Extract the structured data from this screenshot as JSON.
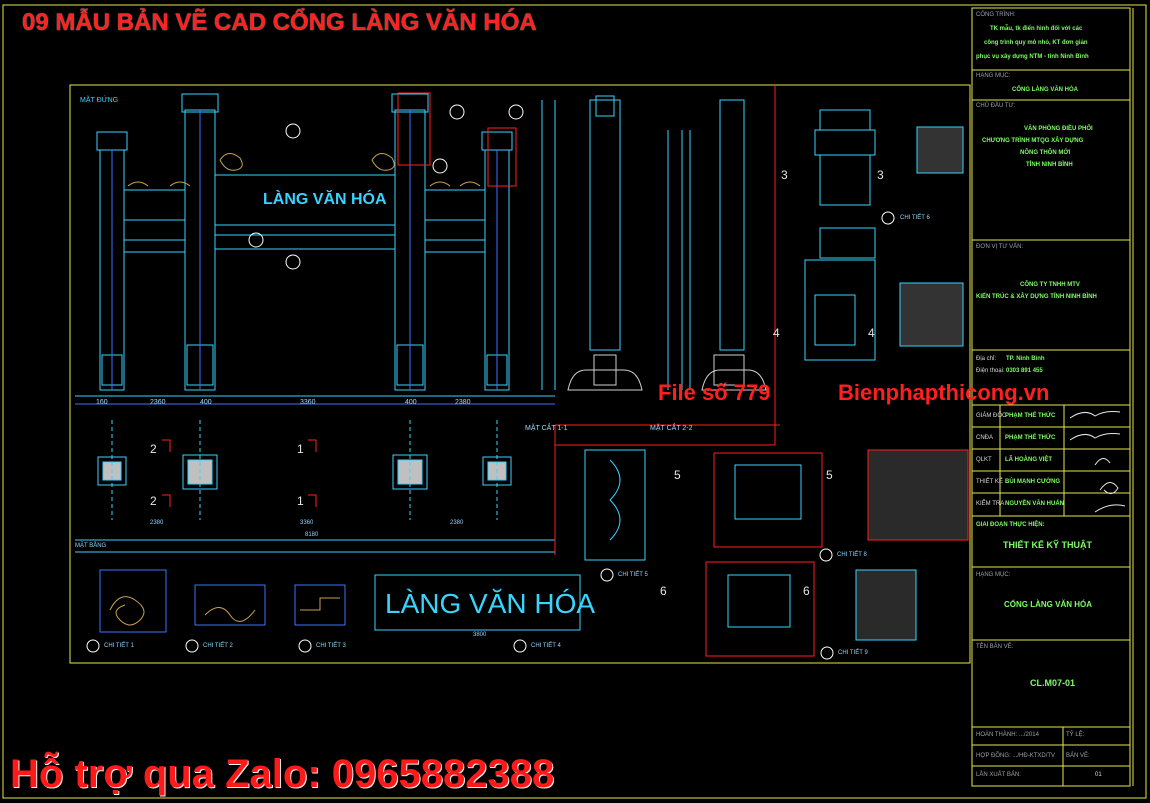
{
  "header_title": "09 MẪU BẢN VẼ CAD CỔNG LÀNG VĂN HÓA",
  "watermark": {
    "file_label": "File số 779",
    "site_label": "Bienphapthicong.vn",
    "zalo_label": "Hỗ trợ qua Zalo: 0965882388"
  },
  "drawing": {
    "gate_text": "LÀNG VĂN HÓA",
    "elevation_label": "MẶT ĐỨNG",
    "plan_label": "MẶT BẰNG",
    "section_1": "MẶT CẮT 1-1",
    "section_2": "MẶT CẮT 2-2",
    "details": [
      "CHI TIẾT 1",
      "CHI TIẾT 2",
      "CHI TIẾT 3",
      "CHI TIẾT 4",
      "CHI TIẾT 5",
      "CHI TIẾT 6",
      "CHI TIẾT 8",
      "CHI TIẾT 9"
    ],
    "dims": {
      "d1": "2380",
      "d2": "3360",
      "d3": "2380",
      "total": "8180",
      "d4": "3800"
    },
    "section_markers": [
      "1",
      "2",
      "3",
      "4",
      "5",
      "6"
    ]
  },
  "title_block": {
    "project_head": "CÔNG TRÌNH:",
    "project_lines": [
      "TK mẫu, tk điển hình đối với các",
      "công trình quy mô nhỏ, KT đơn giản",
      "phục vụ xây dựng NTM - tỉnh Ninh Bình"
    ],
    "item_head": "HẠNG MỤC:",
    "item_value": "CỔNG LÀNG VĂN HÓA",
    "owner_head": "CHỦ ĐẦU TƯ:",
    "owner_lines": [
      "VĂN PHÒNG ĐIỀU PHỐI",
      "CHƯƠNG TRÌNH MTQG XÂY DỰNG",
      "NÔNG THÔN MỚI",
      "TỈNH NINH BÌNH"
    ],
    "consult_head": "ĐƠN VỊ TƯ VẤN:",
    "consult_lines": [
      "CÔNG TY TNHH MTV",
      "KIẾN TRÚC & XÂY DỰNG TỈNH NINH BÌNH"
    ],
    "address_label": "Địa chỉ:",
    "address_value": "TP. Ninh Bình",
    "phone_label": "Điện thoại:",
    "phone_value": "0303 891 455",
    "roles": [
      {
        "role": "GIÁM ĐỐC",
        "name": "PHẠM THẾ THỨC"
      },
      {
        "role": "CNĐA",
        "name": "PHẠM THẾ THỨC"
      },
      {
        "role": "QLKT",
        "name": "LÃ HOÀNG VIỆT"
      },
      {
        "role": "THIẾT KẾ",
        "name": "BÙI MẠNH CƯỜNG"
      },
      {
        "role": "KIỂM TRA",
        "name": "NGUYỄN VĂN HUẤN"
      }
    ],
    "stage_head": "GIAI ĐOẠN THỰC HIỆN:",
    "stage_value": "THIẾT KẾ KỸ THUẬT",
    "item2_head": "HẠNG MỤC:",
    "item2_value": "CỔNG LÀNG VĂN HÓA",
    "drawing_name_head": "TÊN BẢN VẼ:",
    "drawing_code": "CL.M07-01",
    "completed_label": "HOÀN THÀNH: .../2014",
    "scale_label": "TỶ LỆ:",
    "contract_label": "HỢP ĐỒNG: .../HĐ-KTXD/TV",
    "sheet_label": "BẢN VẼ:",
    "issue_label": "LẦN XUẤT BẢN:",
    "issue_value": "01"
  },
  "colors": {
    "background": "#000000",
    "frame_yellow": "#e6e64d",
    "line_cyan": "#39d3ff",
    "line_blue": "#3a74ff",
    "line_red": "#ff1f1f",
    "line_green": "#7dff63",
    "text_red": "#ff1f1f"
  }
}
